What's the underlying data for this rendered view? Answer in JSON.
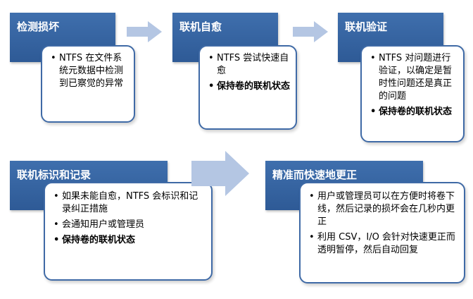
{
  "steps": [
    {
      "title": "检测损坏",
      "bullets": [
        "NTFS 在文件系统元数据中检测到已察觉的异常"
      ]
    },
    {
      "title": "联机自愈",
      "bullets": [
        "NTFS 尝试快速自愈",
        "保持卷的联机状态"
      ]
    },
    {
      "title": "联机验证",
      "bullets": [
        "NTFS 对问题进行验证，以确定是暂时性问题还是真正的问题",
        "保持卷的联机状态"
      ]
    },
    {
      "title": "联机标识和记录",
      "bullets": [
        "如果未能自愈，NTFS 会标识和记录纠正措施",
        "会通知用户或管理员",
        "保持卷的联机状态"
      ]
    },
    {
      "title": "精准而快速地更正",
      "bullets": [
        "用户或管理员可以在方便时将卷下线，然后记录的损坏会在几秒内更正",
        "利用 CSV，I/O 会针对快速更正而透明暂停，然后自动回复"
      ]
    }
  ],
  "colors": {
    "header": "#2e5a96",
    "border": "#3f6aa6",
    "arrow": "#b4c6e3"
  }
}
